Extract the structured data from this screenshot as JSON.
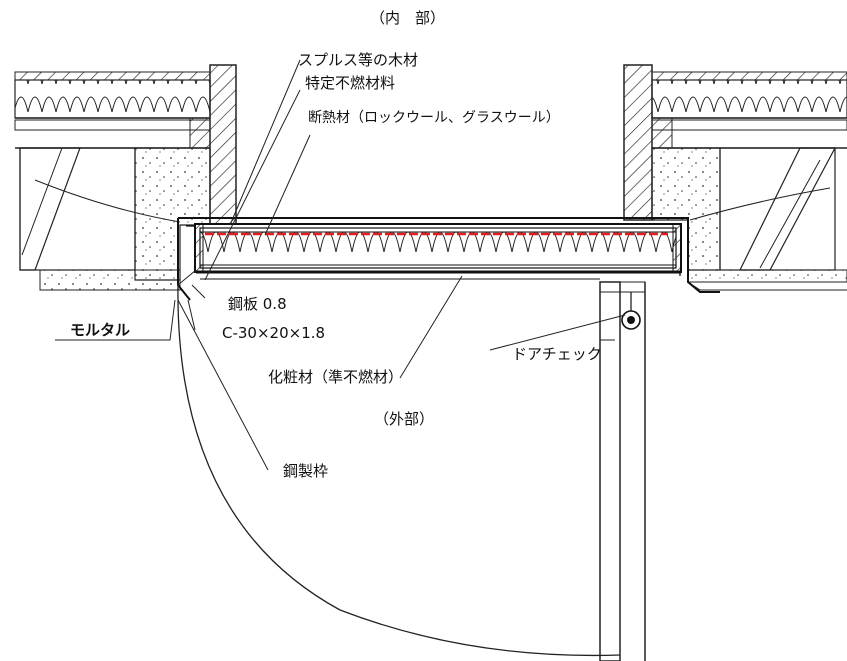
{
  "labels": {
    "interior": "（内　部）",
    "spruce": "スプルス等の木材",
    "noncombustible": "特定不燃材料",
    "insulation": "断熱材（ロックウール、グラスウール）",
    "steel_plate": "鋼板 0.8",
    "channel": "C-30×20×1.8",
    "mortar": "モルタル",
    "door_check": "ドアチェック",
    "finish": "化粧材（準不燃材）",
    "exterior": "（外部）",
    "steel_frame": "鋼製枠"
  },
  "colors": {
    "line": "#1a1a1a",
    "highlight": "#e02020",
    "fill": "#ffffff"
  }
}
